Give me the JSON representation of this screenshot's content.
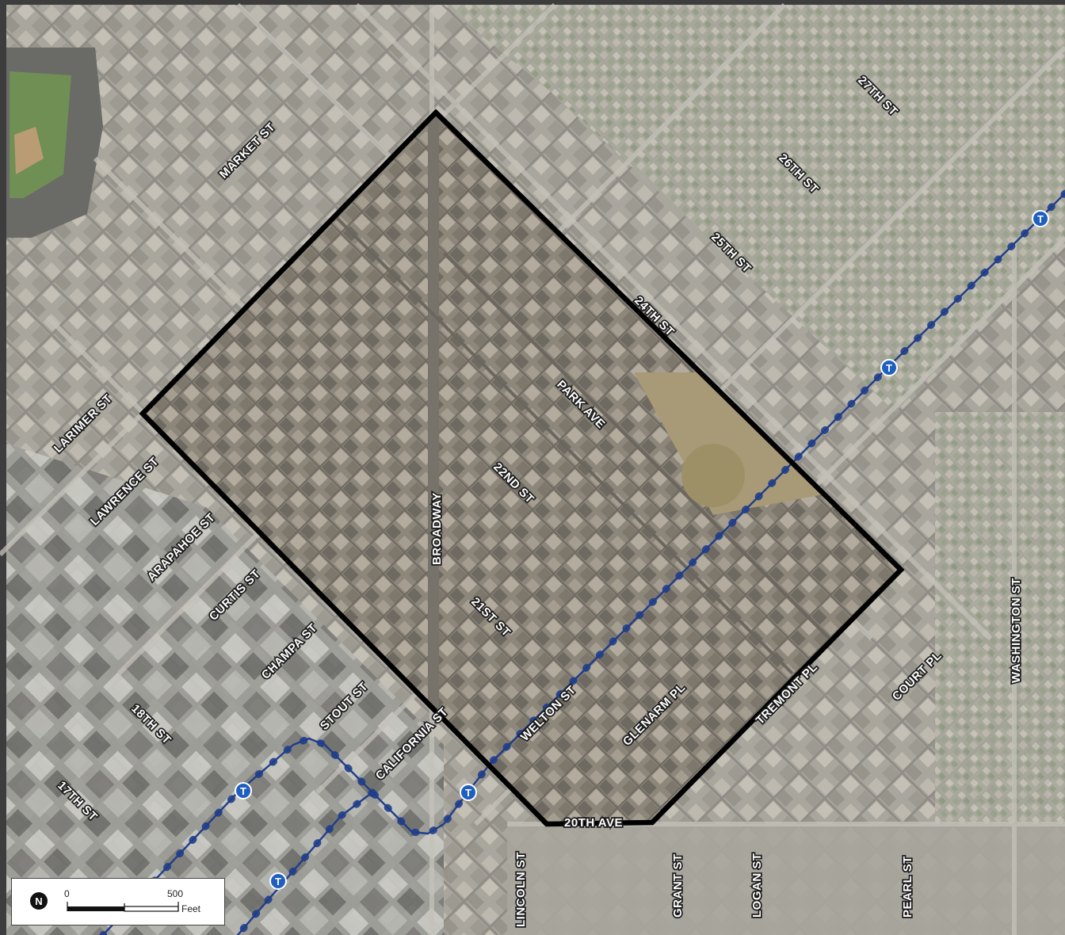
{
  "map": {
    "streets": {
      "market": "MARKET ST",
      "larimer": "LARIMER ST",
      "lawrence": "LAWRENCE ST",
      "arapahoe": "ARAPAHOE ST",
      "curtis": "CURTIS ST",
      "champa": "CHAMPA ST",
      "stout": "STOUT ST",
      "california": "CALIFORNIA ST",
      "welton": "WELTON ST",
      "glenarm": "GLENARM PL",
      "tremont": "TREMONT PL",
      "court": "COURT PL",
      "s18th": "18TH ST",
      "s17th": "17TH ST",
      "broadway": "BROADWAY",
      "s21st": "21ST ST",
      "s22nd": "22ND ST",
      "park": "PARK AVE",
      "s24th": "24TH ST",
      "s25th": "25TH ST",
      "s26th": "26TH ST",
      "s27th": "27TH ST",
      "s20th": "20TH AVE",
      "lincoln": "LINCOLN ST",
      "grant": "GRANT ST",
      "logan": "LOGAN ST",
      "pearl": "PEARL ST",
      "washington": "WASHINGTON ST"
    },
    "transit_marker": "T",
    "north_arrow": "N",
    "scale": {
      "start": "0",
      "end": "500",
      "unit": "Feet"
    },
    "colors": {
      "boundary": "#000000",
      "rail_line": "#1f3d8a",
      "transit_stop": "#1f5fbf"
    }
  }
}
